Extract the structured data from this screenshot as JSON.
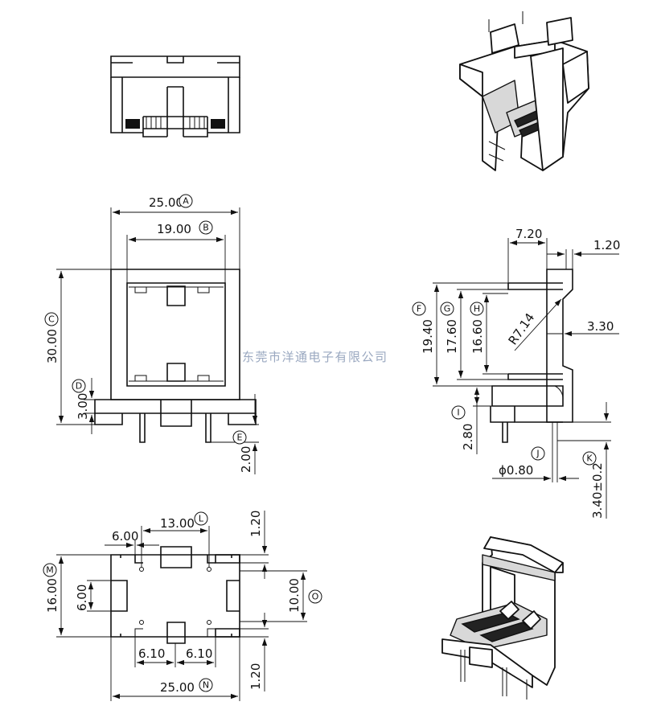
{
  "watermark": "东莞市洋通电子有限公司",
  "front_view": {
    "dims": {
      "width_outer": "25.00",
      "width_inner": "19.00",
      "height": "30.00",
      "base_height": "3.00",
      "pin_length": "2.00"
    },
    "labels": {
      "A": "A",
      "B": "B",
      "C": "C",
      "D": "D",
      "E": "E"
    }
  },
  "side_view": {
    "dims": {
      "depth": "7.20",
      "wall": "1.20",
      "window_outer": "19.40",
      "window_mid": "17.60",
      "window_inner": "16.60",
      "radius": "R7.14",
      "offset": "3.30",
      "foot": "2.80",
      "pin_dia": "ϕ0.80",
      "pin_pitch": "3.40±0.2"
    },
    "labels": {
      "F": "F",
      "G": "G",
      "H": "H",
      "I": "I",
      "J": "J",
      "K": "K"
    }
  },
  "bottom_view": {
    "dims": {
      "slot_span": "13.00",
      "slot_edge": "6.00",
      "height": "16.00",
      "pad": "6.00",
      "inner": "10.00",
      "top_gap": "1.20",
      "bottom_gap": "1.20",
      "pitch_left": "6.10",
      "pitch_right": "6.10",
      "width": "25.00"
    },
    "labels": {
      "L": "L",
      "M": "M",
      "N": "N",
      "O": "O"
    }
  }
}
